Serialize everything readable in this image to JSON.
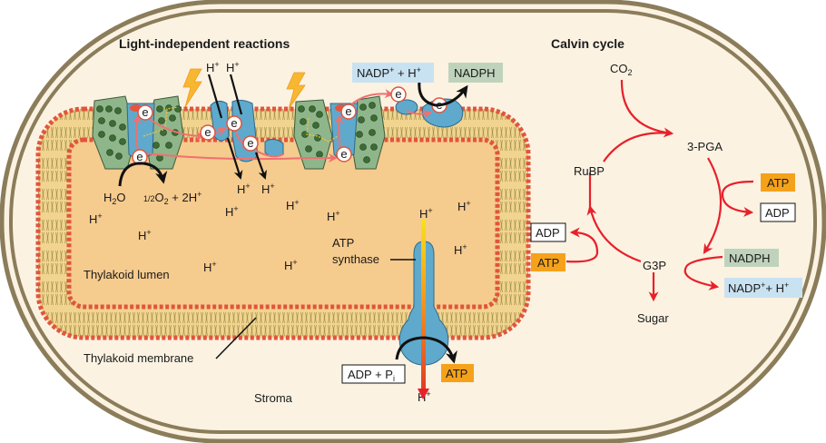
{
  "titles": {
    "light_reactions": "Light-independent reactions",
    "calvin_cycle": "Calvin cycle"
  },
  "labels": {
    "thylakoid_lumen": "Thylakoid lumen",
    "thylakoid_membrane": "Thylakoid membrane",
    "stroma": "Stroma",
    "atp_synthase_line1": "ATP",
    "atp_synthase_line2": "synthase"
  },
  "light_reactions": {
    "water": {
      "base": "H",
      "sub": "2",
      "tail": "O"
    },
    "oxygen_products": {
      "frac": "1/2",
      "o": "O",
      "sub": "2",
      "rest": " + 2H",
      "sup": "+"
    },
    "proton": {
      "base": "H",
      "sup": "+"
    },
    "electron": "e",
    "nadp_input": {
      "text": "NADP",
      "sup1": "+",
      "mid": " + H",
      "sup2": "+"
    },
    "nadph_output": "NADPH",
    "adp_pi": {
      "text": "ADP + P",
      "sub": "i"
    },
    "atp_output": "ATP"
  },
  "calvin": {
    "co2": {
      "base": "CO",
      "sub": "2"
    },
    "pga": "3-PGA",
    "rubp": "RuBP",
    "g3p": "G3P",
    "sugar": "Sugar",
    "atp_right": "ATP",
    "adp_right": "ADP",
    "adp_left": "ADP",
    "atp_left": "ATP",
    "nadph": "NADPH",
    "nadp_output": {
      "text": "NADP",
      "sup1": "+",
      "mid": "+ H",
      "sup2": "+"
    }
  },
  "colors": {
    "atp_box": "#f5a21b",
    "nadp_box": "#c9e2f2",
    "nadph_box": "#bfd3bc",
    "cycle_arrow": "#e8202a",
    "lumen": "#f6cb8e",
    "stroma": "#fbf2e2",
    "envelope": "#8b7d5a",
    "protein_blue": "#5fa9cc",
    "photosystem_green": "#8fb58a",
    "lipid_head": "#e0553c"
  }
}
